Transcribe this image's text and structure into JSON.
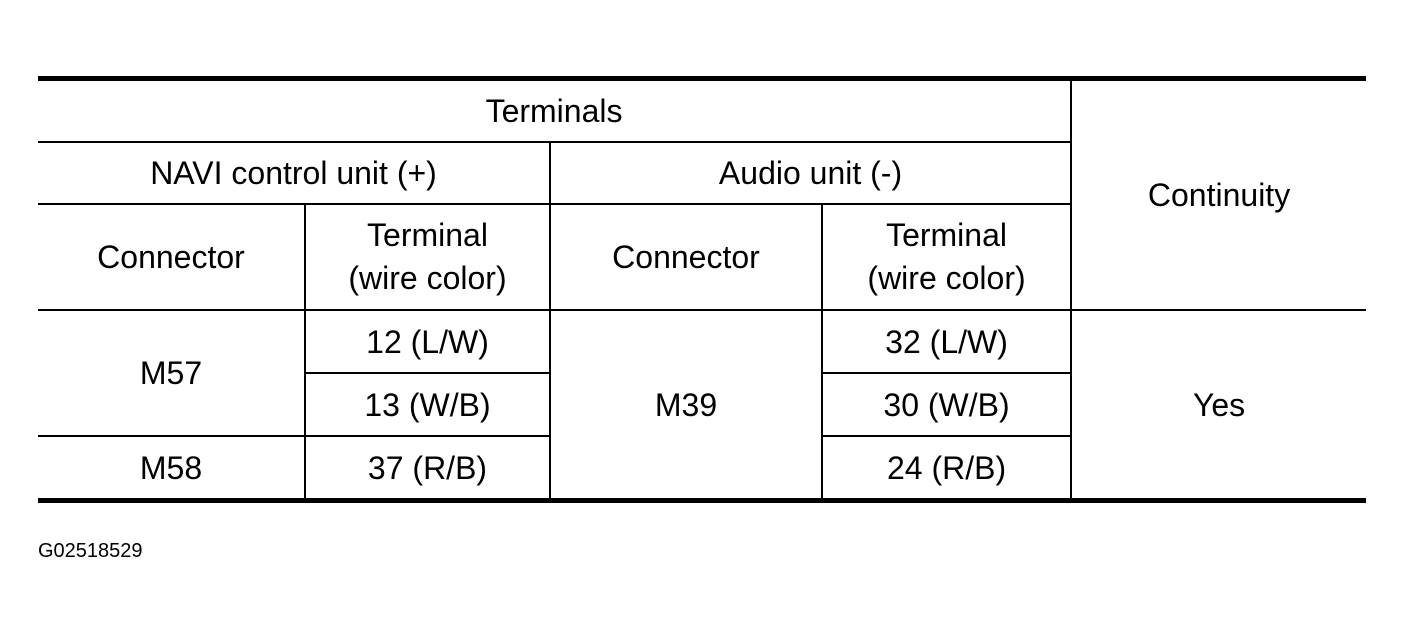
{
  "table": {
    "header_terminals": "Terminals",
    "header_continuity": "Continuity",
    "navi_group": "NAVI control unit (+)",
    "audio_group": "Audio unit (-)",
    "navi_connector_header": "Connector",
    "navi_terminal_header_line1": "Terminal",
    "navi_terminal_header_line2": "(wire color)",
    "audio_connector_header": "Connector",
    "audio_terminal_header_line1": "Terminal",
    "audio_terminal_header_line2": "(wire color)",
    "rows": [
      {
        "navi_terminal": "12 (L/W)",
        "audio_terminal": "32 (L/W)"
      },
      {
        "navi_terminal": "13 (W/B)",
        "audio_terminal": "30 (W/B)"
      },
      {
        "navi_terminal": "37 (R/B)",
        "audio_terminal": "24 (R/B)"
      }
    ],
    "navi_connector_m57": "M57",
    "navi_connector_m58": "M58",
    "audio_connector": "M39",
    "continuity_value": "Yes"
  },
  "figure_id": "G02518529"
}
